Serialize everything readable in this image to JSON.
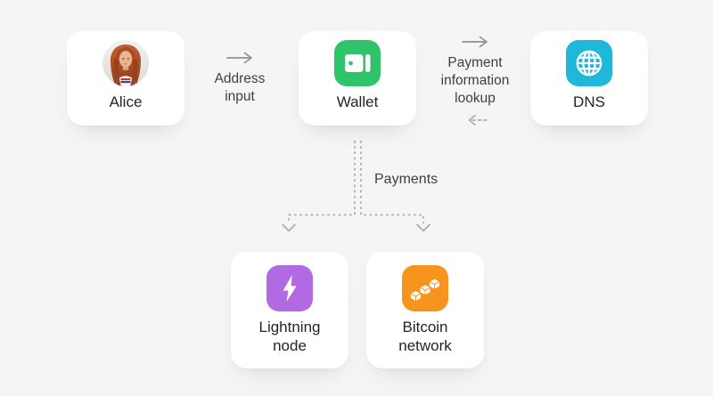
{
  "diagram": {
    "background": "#f5f5f5",
    "nodes": {
      "alice": {
        "label": "Alice",
        "icon": "user-avatar-photo"
      },
      "wallet": {
        "label": "Wallet",
        "icon": "wallet-icon",
        "accent": "#2fc46a"
      },
      "dns": {
        "label": "DNS",
        "icon": "globe-icon",
        "accent": "#1fb7da"
      },
      "lightning": {
        "label": "Lightning node",
        "icon": "lightning-bolt-icon",
        "accent": "#b16ae1"
      },
      "bitcoin": {
        "label": "Bitcoin network",
        "icon": "blockchain-cubes-icon",
        "accent": "#f7941e"
      }
    },
    "edges": {
      "address_input": {
        "label": "Address input",
        "style": "solid-arrow-right"
      },
      "payment_lookup": {
        "label": "Payment information lookup",
        "style": "solid-arrow-right-plus-dashed-arrow-left"
      },
      "payments": {
        "label": "Payments",
        "style": "dashed-lines-splitting-to-two-down-arrows"
      }
    },
    "colors": {
      "card": "#ffffff",
      "solid_arrow": "#8d9095",
      "dashed_line": "#acacac",
      "node_label": "#222428",
      "edge_label": "#3c4045"
    }
  }
}
